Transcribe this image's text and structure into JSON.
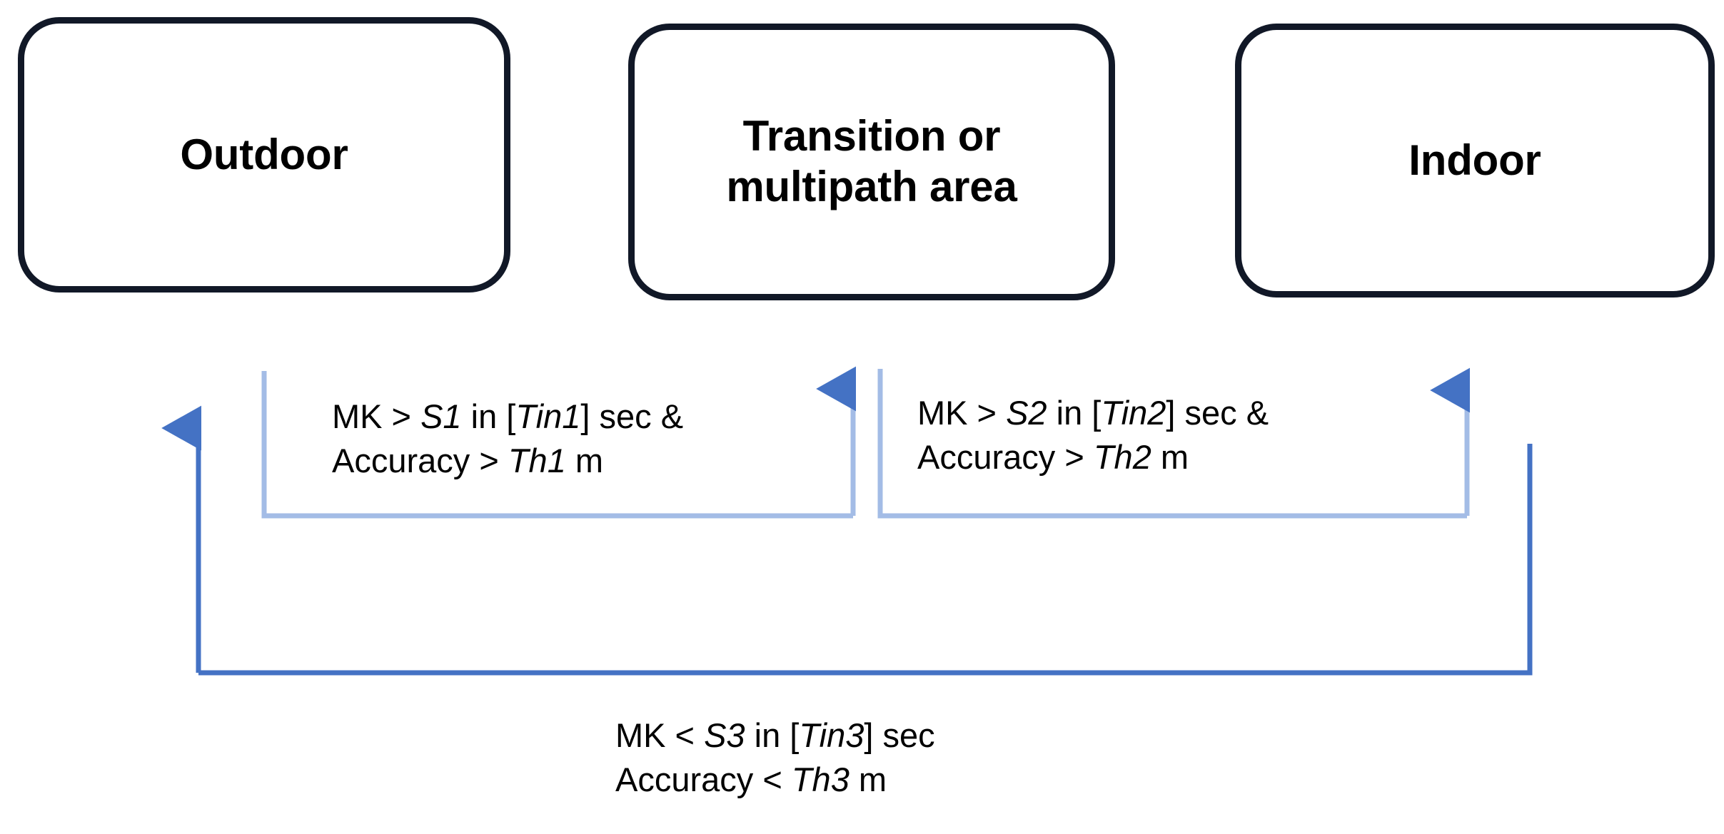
{
  "diagram": {
    "title": "Indoor/Outdoor transition state diagram",
    "colors": {
      "box_border": "#111827",
      "box_fill": "#FFFFFF",
      "arrow_blue": "#4472C4",
      "connector_light_blue": "#A3BCE6",
      "text": "#000000",
      "background": "#FFFFFF"
    }
  },
  "states": [
    {
      "id": "outdoor",
      "label": "Outdoor"
    },
    {
      "id": "transition",
      "label": "Transition or\nmultipath area"
    },
    {
      "id": "indoor",
      "label": "Indoor"
    }
  ],
  "transitions": [
    {
      "id": "outdoor-to-transition",
      "from": "Outdoor",
      "to": "Transition or multipath area",
      "lines": [
        {
          "prefix": "MK > ",
          "var1": "S1",
          "mid": " in [",
          "var2": "Tin1",
          "suffix": "] sec &"
        },
        {
          "prefix": "Accuracy > ",
          "var1": "Th1",
          "mid": "",
          "var2": "",
          "suffix": " m"
        }
      ],
      "line1_text": "MK > S1 in [Tin1] sec &",
      "line2_text": "Accuracy > Th1 m"
    },
    {
      "id": "transition-to-indoor",
      "from": "Transition or multipath area",
      "to": "Indoor",
      "lines": [
        {
          "prefix": "MK > ",
          "var1": "S2",
          "mid": " in [",
          "var2": "Tin2",
          "suffix": "] sec &"
        },
        {
          "prefix": "Accuracy > ",
          "var1": "Th2",
          "mid": "",
          "var2": "",
          "suffix": " m"
        }
      ],
      "line1_text": "MK > S2 in [Tin2] sec &",
      "line2_text": "Accuracy > Th2 m"
    },
    {
      "id": "indoor-to-outdoor",
      "from": "Indoor",
      "to": "Outdoor",
      "lines": [
        {
          "prefix": "MK < ",
          "var1": "S3",
          "mid": " in [",
          "var2": "Tin3",
          "suffix": "] sec"
        },
        {
          "prefix": "Accuracy < ",
          "var1": "Th3",
          "mid": "",
          "var2": "",
          "suffix": " m"
        }
      ],
      "line1_text": "MK < S3 in [Tin3] sec",
      "line2_text": "Accuracy < Th3 m"
    }
  ],
  "labels": {
    "outdoor_to_transition": {
      "l1_a": "MK > ",
      "l1_s": "S1",
      "l1_b": " in [",
      "l1_t": "Tin1",
      "l1_c": "] sec &",
      "l2_a": "Accuracy > ",
      "l2_t": "Th1",
      "l2_b": " m"
    },
    "transition_to_indoor": {
      "l1_a": "MK > ",
      "l1_s": "S2",
      "l1_b": " in [",
      "l1_t": "Tin2",
      "l1_c": "] sec &",
      "l2_a": "Accuracy > ",
      "l2_t": "Th2",
      "l2_b": " m"
    },
    "indoor_to_outdoor": {
      "l1_a": "MK < ",
      "l1_s": "S3",
      "l1_b": " in [",
      "l1_t": "Tin3",
      "l1_c": "] sec",
      "l2_a": "Accuracy < ",
      "l2_t": "Th3",
      "l2_b": " m"
    }
  }
}
